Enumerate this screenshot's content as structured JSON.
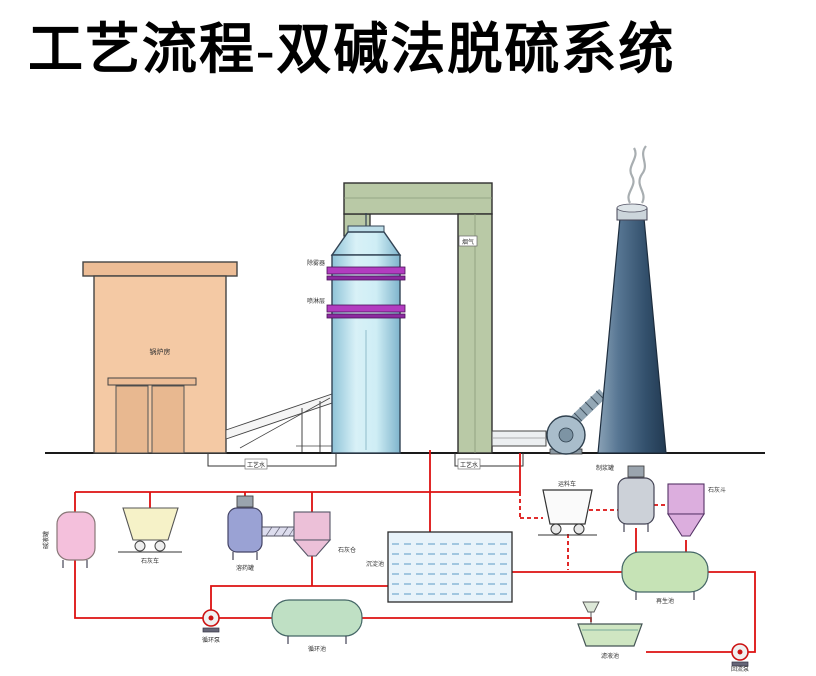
{
  "title": "工艺流程-双碱法脱硫系统",
  "palette": {
    "pipe_red": "#dd1111",
    "building_peach": "#f4c9a4",
    "tower_blue": "#bfe3ef",
    "band_purple": "#b23cc0",
    "duct_green": "#b9c9a6",
    "chimney_steel": "#3e5d78",
    "pool_blue": "#e8f3fa",
    "tank_pink": "#f4c0dc",
    "tank_purple": "#9aa2d4",
    "tank_gray": "#ccd1d8",
    "tank_green": "#c6e3b6",
    "hopper_yellow": "#f6f2c8"
  },
  "labels": {
    "building": "锅炉房",
    "demister": "除雾器",
    "spray_layer": "喷淋层",
    "flue_gas_tag": "烟气",
    "process_water_1": "工艺水",
    "process_water_2": "工艺水",
    "alkali_tank": "碱液罐",
    "lime_cart": "石灰车",
    "dissolving_tank": "溶药罐",
    "lime_hopper": "石灰仓",
    "settling_pool": "沉淀池",
    "transfer_cart": "运料车",
    "slurry_tank": "制浆罐",
    "lime_bin": "石灰斗",
    "regeneration_tank": "再生池",
    "circulation_tank": "循环池",
    "circulation_pump": "循环泵",
    "return_pump": "回流泵",
    "filtrate_basin": "滤液池"
  }
}
